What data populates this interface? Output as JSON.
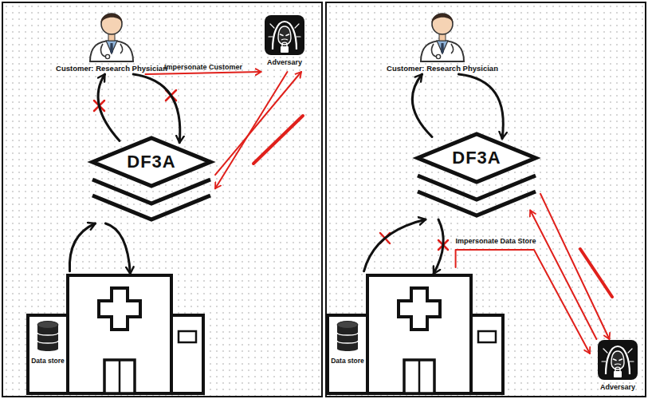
{
  "diagram": {
    "nodes": [
      {
        "text": [
          "Customer: Research Physician"
        ]
      },
      {
        "text": [
          "Adversary"
        ]
      },
      {
        "text": [
          "DF3A"
        ]
      },
      {
        "text": [
          "Data store"
        ]
      },
      {
        "text": [
          "Customer: Research Physician"
        ]
      },
      {
        "text": [
          "DF3A"
        ]
      },
      {
        "text": [
          "Data store"
        ]
      },
      {
        "text": [
          "Adversary"
        ]
      }
    ],
    "edges": [
      {
        "from": 0,
        "to": 1,
        "label": "Impersonate Customer",
        "arrow": "to"
      },
      {
        "from": 2,
        "to": 0,
        "arrow": "to"
      },
      {
        "from": 0,
        "to": 2,
        "arrow": "to"
      },
      {
        "from": 1,
        "to": 2,
        "arrow": "to"
      },
      {
        "from": 2,
        "to": 1,
        "arrow": "to"
      },
      {
        "from": 3,
        "to": 2,
        "arrow": "to"
      },
      {
        "from": 2,
        "to": 3,
        "arrow": "to"
      },
      {
        "from": 5,
        "to": 4,
        "arrow": "to"
      },
      {
        "from": 4,
        "to": 5,
        "arrow": "to"
      },
      {
        "from": 6,
        "to": 5,
        "arrow": "to"
      },
      {
        "from": 5,
        "to": 6,
        "arrow": "to"
      },
      {
        "from": 6,
        "to": 7,
        "label": "Impersonate Data Store",
        "arrow": "to"
      },
      {
        "from": 5,
        "to": 7,
        "arrow": "to"
      },
      {
        "from": 7,
        "to": 5,
        "arrow": "to"
      }
    ]
  }
}
